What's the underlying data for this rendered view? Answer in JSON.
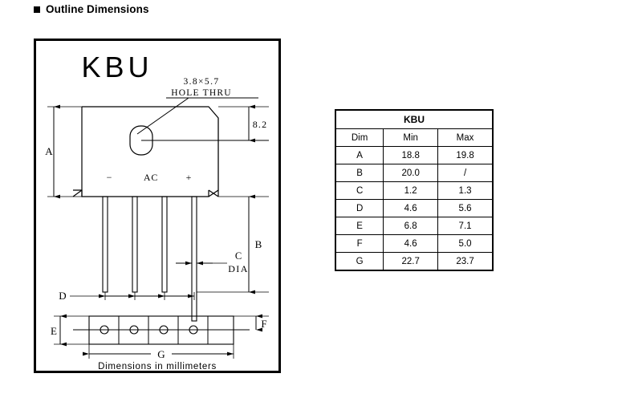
{
  "heading": {
    "bullet_icon": "square-bullet-icon",
    "title": "Outline Dimensions"
  },
  "drawing": {
    "part_title": "KBU",
    "hole_callout_line1": "3.8×5.7",
    "hole_callout_line2": "HOLE  THRU",
    "dim_8_2": "8.2",
    "label_A": "A",
    "label_B": "B",
    "label_C": "C",
    "label_C_sub": "DIA",
    "label_D": "D",
    "label_E": "E",
    "label_F": "F",
    "label_G": "G",
    "terminal_minus": "−",
    "terminal_ac": "AC",
    "terminal_plus": "+",
    "footnote": "Dimensions in millimeters"
  },
  "table": {
    "part_name": "KBU",
    "columns": [
      "Dim",
      "Min",
      "Max"
    ],
    "rows": [
      {
        "dim": "A",
        "min": "18.8",
        "max": "19.8"
      },
      {
        "dim": "B",
        "min": "20.0",
        "max": "/"
      },
      {
        "dim": "C",
        "min": "1.2",
        "max": "1.3"
      },
      {
        "dim": "D",
        "min": "4.6",
        "max": "5.6"
      },
      {
        "dim": "E",
        "min": "6.8",
        "max": "7.1"
      },
      {
        "dim": "F",
        "min": "4.6",
        "max": "5.0"
      },
      {
        "dim": "G",
        "min": "22.7",
        "max": "23.7"
      }
    ]
  },
  "colors": {
    "line": "#000000",
    "background": "#ffffff"
  }
}
